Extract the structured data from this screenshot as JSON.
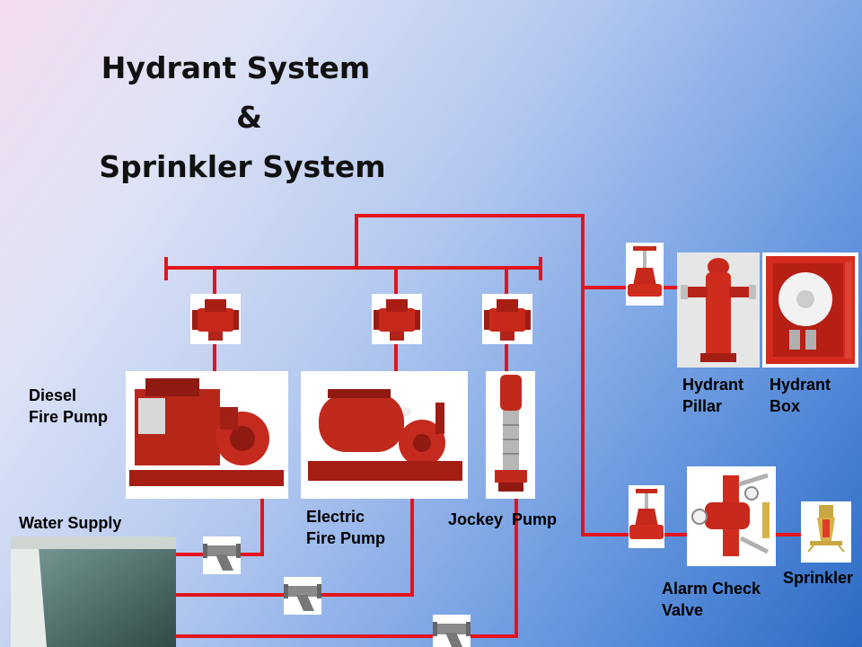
{
  "title": {
    "line1": "Hydrant System",
    "line2": "&",
    "line3": "Sprinkler System"
  },
  "labels": {
    "diesel_pump": [
      "Diesel",
      "Fire Pump"
    ],
    "electric_pump": [
      "Electric",
      "Fire Pump"
    ],
    "jockey_pump": "Jockey  Pump",
    "water_supply": "Water Supply",
    "hydrant_pillar": [
      "Hydrant",
      "Pillar"
    ],
    "hydrant_box": [
      "Hydrant",
      "Box"
    ],
    "alarm_check_valve": [
      "Alarm Check",
      "Valve"
    ],
    "sprinkler": "Sprinkler"
  },
  "colors": {
    "pipe": "#e3141b",
    "equipment_red": "#c6281b",
    "background_start": "#f4dcef",
    "background_end": "#2b6ac4"
  }
}
